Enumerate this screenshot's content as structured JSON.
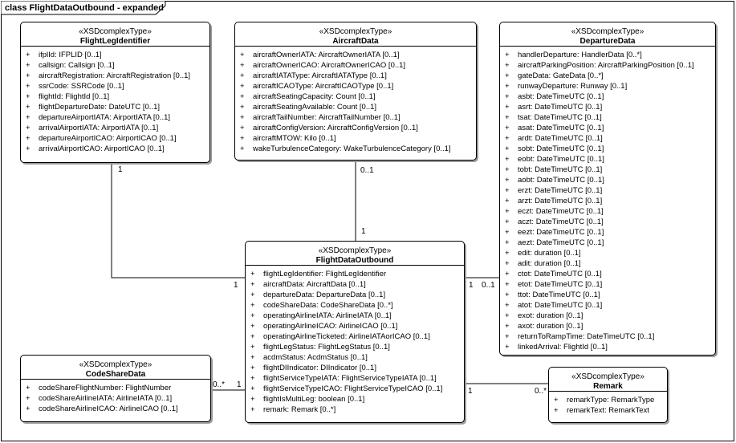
{
  "diagram": {
    "title": "class FlightDataOutbound - expanded"
  },
  "classes": {
    "flight_leg_identifier": {
      "stereotype": "«XSDcomplexType»",
      "name": "FlightLegIdentifier",
      "attributes": [
        {
          "vis": "+",
          "text": "ifplId: IFPLID [0..1]"
        },
        {
          "vis": "+",
          "text": "callsign: Callsign [0..1]"
        },
        {
          "vis": "+",
          "text": "aircraftRegistration: AircraftRegistration [0..1]"
        },
        {
          "vis": "+",
          "text": "ssrCode: SSRCode [0..1]"
        },
        {
          "vis": "+",
          "text": "flightId: FlightId [0..1]"
        },
        {
          "vis": "+",
          "text": "flightDepartureDate: DateUTC [0..1]"
        },
        {
          "vis": "+",
          "text": "departureAirportIATA: AirportIATA [0..1]"
        },
        {
          "vis": "+",
          "text": "arrivalAirportIATA: AirportIATA [0..1]"
        },
        {
          "vis": "+",
          "text": "departureAirportICAO: AirportICAO [0..1]"
        },
        {
          "vis": "+",
          "text": "arrivalAirportICAO: AirportICAO [0..1]"
        }
      ]
    },
    "aircraft_data": {
      "stereotype": "«XSDcomplexType»",
      "name": "AircraftData",
      "attributes": [
        {
          "vis": "+",
          "text": "aircraftOwnerIATA: AircraftOwnerIATA [0..1]"
        },
        {
          "vis": "+",
          "text": "aircraftOwnerICAO: AircraftOwnerICAO [0..1]"
        },
        {
          "vis": "+",
          "text": "aircraftIATAType: AircraftIATAType [0..1]"
        },
        {
          "vis": "+",
          "text": "aircraftICAOType: AircraftICAOType [0..1]"
        },
        {
          "vis": "+",
          "text": "aircraftSeatingCapacity: Count [0..1]"
        },
        {
          "vis": "+",
          "text": "aircraftSeatingAvailable: Count [0..1]"
        },
        {
          "vis": "+",
          "text": "aircraftTailNumber: AircraftTailNumber [0..1]"
        },
        {
          "vis": "+",
          "text": "aircraftConfigVersion: AircraftConfigVersion [0..1]"
        },
        {
          "vis": "+",
          "text": "aircraftMTOW: Kilo [0..1]"
        },
        {
          "vis": "+",
          "text": "wakeTurbulenceCategory: WakeTurbulenceCategory [0..1]"
        }
      ]
    },
    "departure_data": {
      "stereotype": "«XSDcomplexType»",
      "name": "DepartureData",
      "attributes": [
        {
          "vis": "+",
          "text": "handlerDeparture: HandlerData [0..*]"
        },
        {
          "vis": "+",
          "text": "aircraftParkingPosition: AircraftParkingPosition [0..1]"
        },
        {
          "vis": "+",
          "text": "gateData: GateData [0..*]"
        },
        {
          "vis": "+",
          "text": "runwayDeparture: Runway [0..1]"
        },
        {
          "vis": "+",
          "text": "asbt: DateTimeUTC [0..1]"
        },
        {
          "vis": "+",
          "text": "asrt: DateTimeUTC [0..1]"
        },
        {
          "vis": "+",
          "text": "tsat: DateTimeUTC [0..1]"
        },
        {
          "vis": "+",
          "text": "asat: DateTimeUTC [0..1]"
        },
        {
          "vis": "+",
          "text": "ardt: DateTimeUTC [0..1]"
        },
        {
          "vis": "+",
          "text": "sobt: DateTimeUTC [0..1]"
        },
        {
          "vis": "+",
          "text": "eobt: DateTimeUTC [0..1]"
        },
        {
          "vis": "+",
          "text": "tobt: DateTimeUTC [0..1]"
        },
        {
          "vis": "+",
          "text": "aobt: DateTimeUTC [0..1]"
        },
        {
          "vis": "+",
          "text": "erzt: DateTimeUTC [0..1]"
        },
        {
          "vis": "+",
          "text": "arzt: DateTimeUTC [0..1]"
        },
        {
          "vis": "+",
          "text": "eczt: DateTimeUTC [0..1]"
        },
        {
          "vis": "+",
          "text": "aczt: DateTimeUTC [0..1]"
        },
        {
          "vis": "+",
          "text": "eezt: DateTimeUTC [0..1]"
        },
        {
          "vis": "+",
          "text": "aezt: DateTimeUTC [0..1]"
        },
        {
          "vis": "+",
          "text": "edit: duration [0..1]"
        },
        {
          "vis": "+",
          "text": "adit: duration [0..1]"
        },
        {
          "vis": "+",
          "text": "ctot: DateTimeUTC [0..1]"
        },
        {
          "vis": "+",
          "text": "etot: DateTimeUTC [0..1]"
        },
        {
          "vis": "+",
          "text": "ttot: DateTimeUTC [0..1]"
        },
        {
          "vis": "+",
          "text": "atot: DateTimeUTC [0..1]"
        },
        {
          "vis": "+",
          "text": "exot: duration [0..1]"
        },
        {
          "vis": "+",
          "text": "axot: duration [0..1]"
        },
        {
          "vis": "+",
          "text": "returnToRampTime: DateTimeUTC [0..1]"
        },
        {
          "vis": "+",
          "text": "linkedArrival: FlightId [0..1]"
        }
      ]
    },
    "flight_data_outbound": {
      "stereotype": "«XSDcomplexType»",
      "name": "FlightDataOutbound",
      "attributes": [
        {
          "vis": "+",
          "text": "flightLegIdentifier: FlightLegIdentifier"
        },
        {
          "vis": "+",
          "text": "aircraftData: AircraftData [0..1]"
        },
        {
          "vis": "+",
          "text": "departureData: DepartureData [0..1]"
        },
        {
          "vis": "+",
          "text": "codeShareData: CodeShareData [0..*]"
        },
        {
          "vis": "+",
          "text": "operatingAirlineIATA: AirlineIATA [0..1]"
        },
        {
          "vis": "+",
          "text": "operatingAirlineICAO: AirlineICAO [0..1]"
        },
        {
          "vis": "+",
          "text": "operatingAirlineTicketed: AirlineIATAorICAO [0..1]"
        },
        {
          "vis": "+",
          "text": "flightLegStatus: FlightLegStatus [0..1]"
        },
        {
          "vis": "+",
          "text": "acdmStatus: AcdmStatus [0..1]"
        },
        {
          "vis": "+",
          "text": "flightDIIndicator: DIIndicator [0..1]"
        },
        {
          "vis": "+",
          "text": "flightServiceTypeIATA: FlightServiceTypeIATA [0..1]"
        },
        {
          "vis": "+",
          "text": "flightServiceTypeICAO: FlightServiceTypeICAO [0..1]"
        },
        {
          "vis": "+",
          "text": "flightIsMultiLeg: boolean [0..1]"
        },
        {
          "vis": "+",
          "text": "remark: Remark [0..*]"
        }
      ]
    },
    "code_share_data": {
      "stereotype": "«XSDcomplexType»",
      "name": "CodeShareData",
      "attributes": [
        {
          "vis": "+",
          "text": "codeShareFlightNumber: FlightNumber"
        },
        {
          "vis": "+",
          "text": "codeShareAirlineIATA: AirlineIATA [0..1]"
        },
        {
          "vis": "+",
          "text": "codeShareAirlineICAO: AirlineICAO [0..1]"
        }
      ]
    },
    "remark": {
      "stereotype": "«XSDcomplexType»",
      "name": "Remark",
      "attributes": [
        {
          "vis": "+",
          "text": "remarkType: RemarkType"
        },
        {
          "vis": "+",
          "text": "remarkText: RemarkText"
        }
      ]
    }
  },
  "multiplicities": {
    "fli_top": "1",
    "fli_bottom": "1",
    "ad_top": "0..1",
    "ad_bottom": "1",
    "dd_left": "1",
    "dd_right": "0..1",
    "csd_left": "0..*",
    "csd_right": "1",
    "rem_left": "1",
    "rem_right": "0..*"
  }
}
